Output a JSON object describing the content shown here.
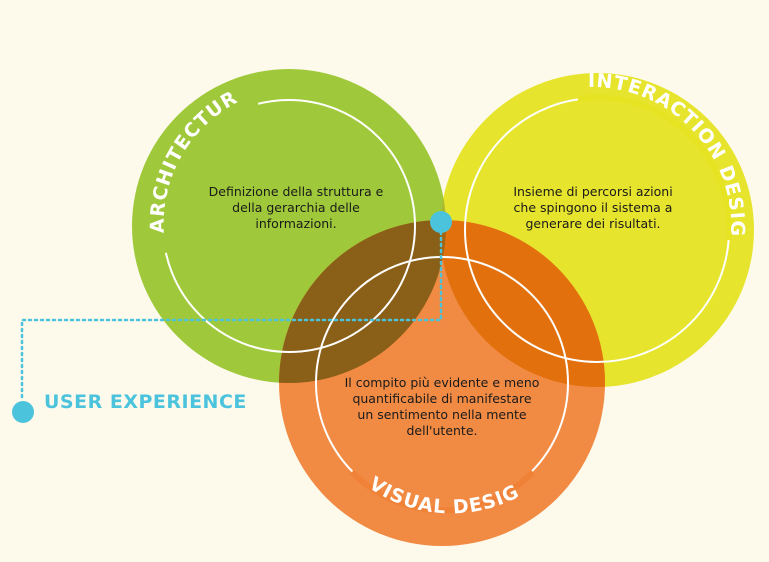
{
  "diagram": {
    "circles": [
      {
        "id": "architecture",
        "label": "ARCHITECTURE",
        "description": "Definizione della struttura e della gerarchia delle informazioni.",
        "color": "#9fc93a"
      },
      {
        "id": "interaction",
        "label": "INTERACTION DESIGN",
        "description": "Insieme di percorsi azioni che spingono il sistema a generare dei risultati.",
        "color": "#e6e323"
      },
      {
        "id": "visual",
        "label": "VISUAL DESIGN",
        "description": "Il compito più evidente e meno quantificabile di manifestare un sentimento nella mente dell'utente.",
        "color": "#f08237"
      }
    ],
    "center_label": "USER EXPERIENCE",
    "accent_color": "#4cc3dc"
  }
}
